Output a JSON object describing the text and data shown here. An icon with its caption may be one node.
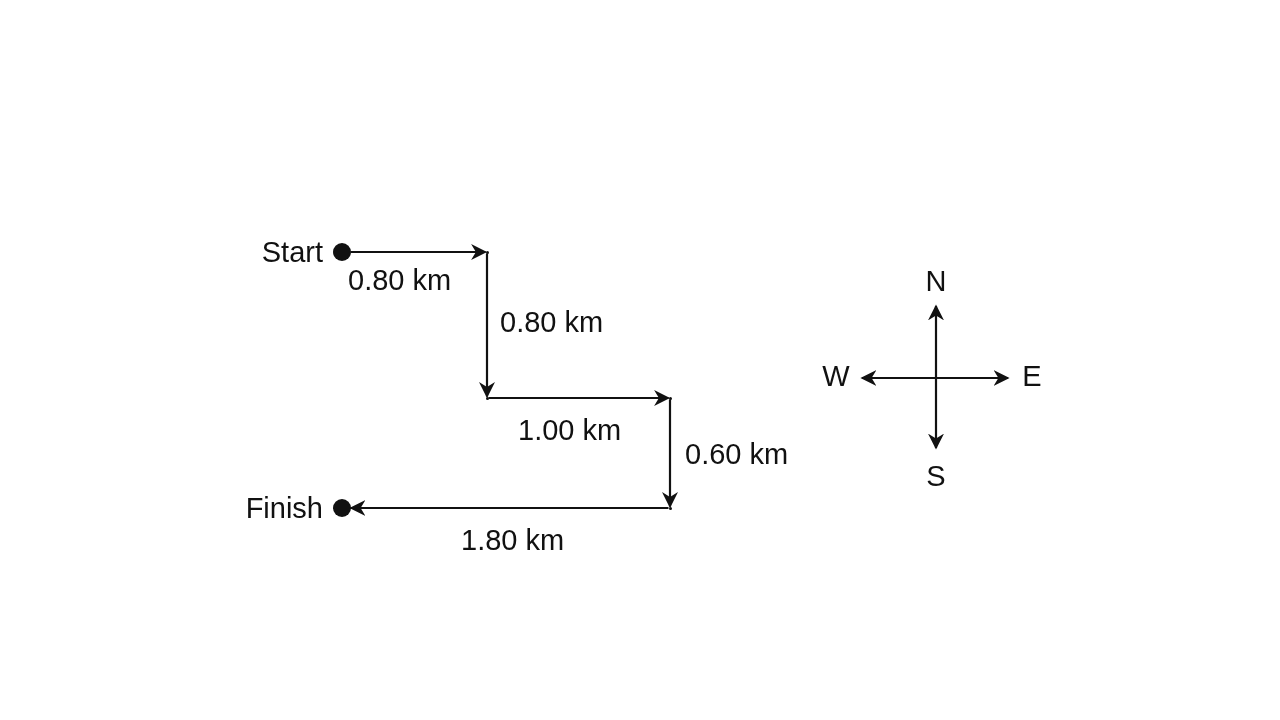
{
  "diagram": {
    "nodes": [
      {
        "text": [],
        "shape": "circle",
        "beside": [
          "Start"
        ]
      },
      {
        "text": [],
        "shape": "point"
      },
      {
        "text": [],
        "shape": "point"
      },
      {
        "text": [],
        "shape": "point"
      },
      {
        "text": [],
        "shape": "point"
      },
      {
        "text": [],
        "shape": "circle",
        "beside": [
          "Finish"
        ]
      }
    ],
    "edges": [
      {
        "from": 0,
        "to": 1,
        "arrow": "to",
        "label": "0.80 km"
      },
      {
        "from": 1,
        "to": 2,
        "arrow": "to",
        "label": "0.80 km"
      },
      {
        "from": 2,
        "to": 3,
        "arrow": "to",
        "label": "1.00 km"
      },
      {
        "from": 3,
        "to": 4,
        "arrow": "to",
        "label": "0.60 km"
      },
      {
        "from": 4,
        "to": 5,
        "arrow": "to",
        "label": "1.80 km"
      }
    ],
    "labels": [
      "N",
      "W",
      "E",
      "S"
    ]
  }
}
